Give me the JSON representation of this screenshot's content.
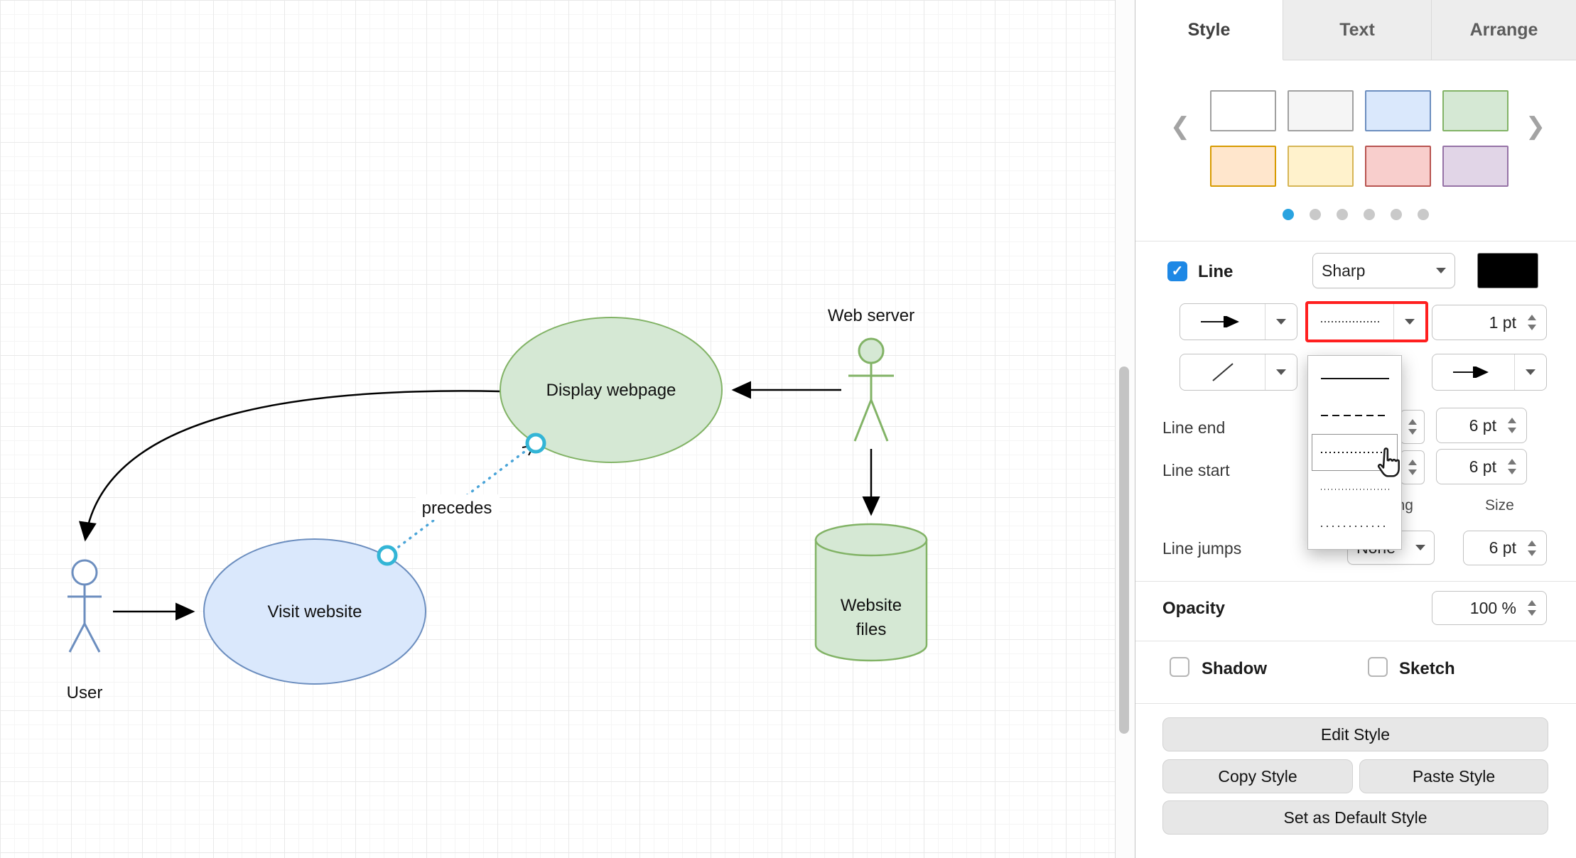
{
  "canvas": {
    "nodes": {
      "user": "User",
      "visit": "Visit website",
      "display": "Display webpage",
      "server": "Web server",
      "files": [
        "Website",
        "files"
      ]
    },
    "edge_label": "precedes"
  },
  "panel": {
    "tabs": [
      {
        "label": "Style",
        "active": true
      },
      {
        "label": "Text",
        "active": false
      },
      {
        "label": "Arrange",
        "active": false
      }
    ],
    "swatches": [
      {
        "name": "white",
        "fill": "#ffffff",
        "stroke": "#a0a0a0"
      },
      {
        "name": "gray",
        "fill": "#f5f5f5",
        "stroke": "#a0a0a0"
      },
      {
        "name": "blue",
        "fill": "#dae8fc",
        "stroke": "#6c8ebf"
      },
      {
        "name": "green",
        "fill": "#d5e8d4",
        "stroke": "#82b366"
      },
      {
        "name": "orange",
        "fill": "#ffe6cc",
        "stroke": "#d79b00"
      },
      {
        "name": "yellow",
        "fill": "#fff2cc",
        "stroke": "#d6b656"
      },
      {
        "name": "red",
        "fill": "#f8cecc",
        "stroke": "#b85450"
      },
      {
        "name": "purple",
        "fill": "#e1d5e7",
        "stroke": "#9673a6"
      }
    ],
    "page_dots": {
      "count": 6,
      "active_index": 0
    },
    "line_section": {
      "label": "Line",
      "checked": true,
      "style_value": "Sharp",
      "width_value": "1 pt",
      "line_end_label": "Line end",
      "line_end_value": "6 pt",
      "line_start_label": "Line start",
      "line_start_value": "6 pt",
      "spacing_label": "Spacing",
      "size_label": "Size",
      "line_jumps_label": "Line jumps",
      "line_jumps_value": "None",
      "line_jumps_size": "6 pt",
      "style_options": [
        "solid",
        "dashed",
        "dotted",
        "dotted-fine",
        "dotted-sparse"
      ]
    },
    "opacity": {
      "label": "Opacity",
      "value": "100 %"
    },
    "effects": {
      "shadow_label": "Shadow",
      "shadow_checked": false,
      "sketch_label": "Sketch",
      "sketch_checked": false
    },
    "buttons": {
      "edit_style": "Edit Style",
      "copy_style": "Copy Style",
      "paste_style": "Paste Style",
      "set_default": "Set as Default Style"
    }
  },
  "colors": {
    "accent_blue": "#1e88e5",
    "page_dot_active": "#29a3e0",
    "selection_handle": "#33b5d6",
    "selected_edge": "#4aa4d8",
    "highlight_red": "#ff1f1f",
    "shape_blue_fill": "#dae8fc",
    "shape_blue_stroke": "#6c8ebf",
    "shape_green_fill": "#d5e8d4",
    "shape_green_stroke": "#82b366",
    "line_color_swatch": "#000000"
  }
}
